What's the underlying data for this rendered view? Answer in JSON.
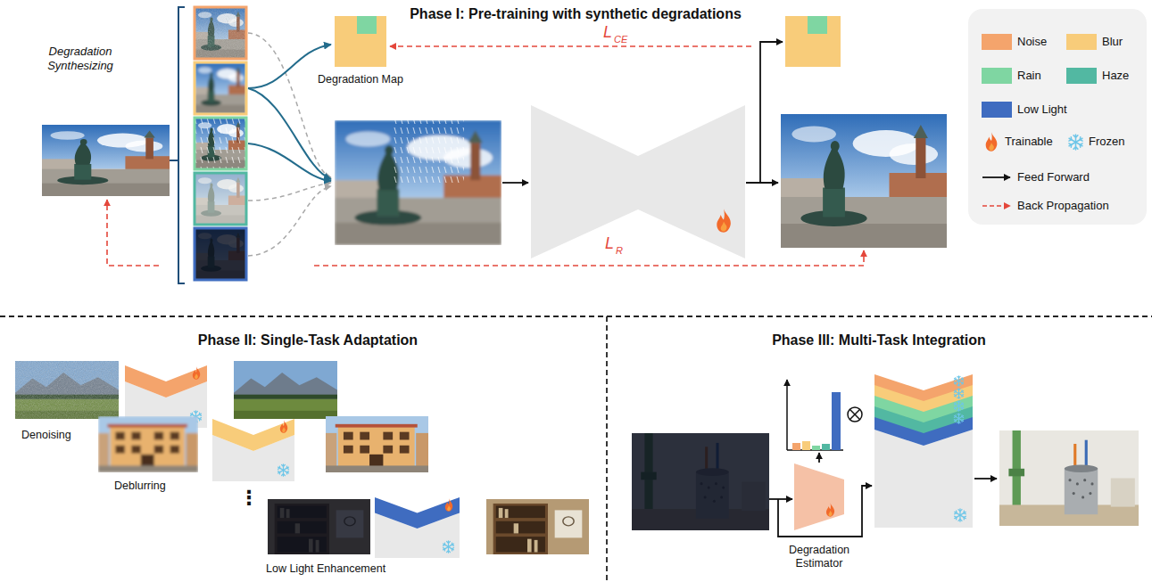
{
  "diagram": {
    "nodes": [
      {
        "text": [
          "Phase I: Pre-training with synthetic degradations"
        ]
      },
      {
        "text": [
          "Degradation Map"
        ],
        "in": 0
      },
      {
        "text": [
          "Phase II: Single-Task Adaptation"
        ]
      },
      {
        "text": [
          "Phase III: Multi-Task Integration"
        ]
      },
      {
        "text": [
          "Degradation Estimator"
        ],
        "in": 3
      }
    ],
    "labels": [
      "Degradation Synthesizing",
      "L",
      "CE",
      "L",
      "R",
      "Denoising",
      "Deblurring",
      "⋮",
      "Low Light Enhancement"
    ],
    "legend": [
      {
        "text": "Noise",
        "color": "#F4A46C"
      },
      {
        "text": "Blur",
        "color": "#F8CC7A"
      },
      {
        "text": "Rain",
        "color": "#7FD6A2"
      },
      {
        "text": "Haze",
        "color": "#52B8A2"
      },
      {
        "text": "Low Light",
        "color": "#3F6CC0"
      },
      {
        "text": "Trainable"
      },
      {
        "text": "Frozen"
      },
      {
        "text": "Feed Forward"
      },
      {
        "text": "Back Propagation"
      }
    ]
  }
}
